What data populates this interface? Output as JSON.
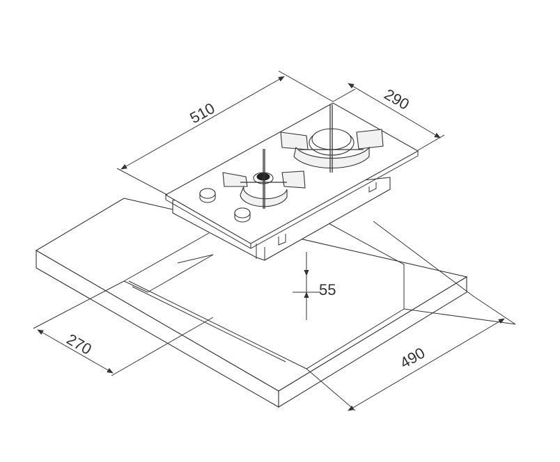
{
  "dimensions": {
    "top_width": "510",
    "top_depth": "290",
    "cutout_depth": "270",
    "cutout_width": "490",
    "built_in_height": "55"
  },
  "icons": {
    "burner_large": "gas-burner-icon",
    "burner_small": "gas-burner-icon",
    "knob": "control-knob-icon"
  },
  "colors": {
    "line": "#333333",
    "background": "#ffffff",
    "fill": "#f2f2f2"
  }
}
